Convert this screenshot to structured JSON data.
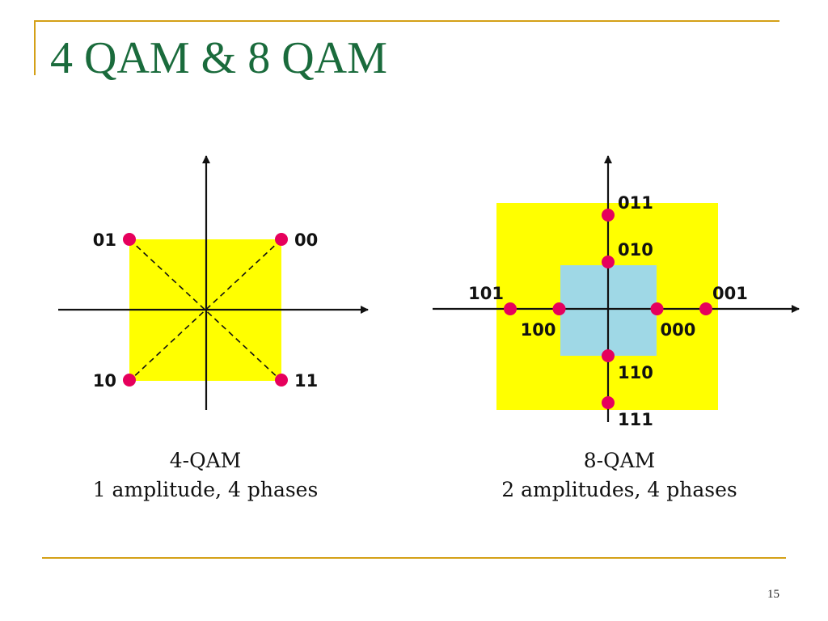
{
  "title": "4 QAM & 8 QAM",
  "page_number": "15",
  "colors": {
    "accent_rule": "#d4a017",
    "title": "#1a6b3c",
    "region_yellow": "#ffff00",
    "region_blue": "#9fd8e6",
    "point": "#e6005c",
    "axis": "#111111"
  },
  "qam4": {
    "caption_title": "4-QAM",
    "caption_sub": "1 amplitude, 4 phases",
    "points": [
      {
        "label": "00",
        "i": 1,
        "q": 1
      },
      {
        "label": "01",
        "i": -1,
        "q": 1
      },
      {
        "label": "10",
        "i": -1,
        "q": -1
      },
      {
        "label": "11",
        "i": 1,
        "q": -1
      }
    ]
  },
  "qam8": {
    "caption_title": "8-QAM",
    "caption_sub": "2 amplitudes, 4 phases",
    "points": [
      {
        "label": "011",
        "i": 0,
        "q": 2
      },
      {
        "label": "010",
        "i": 0,
        "q": 1
      },
      {
        "label": "001",
        "i": 2,
        "q": 0
      },
      {
        "label": "000",
        "i": 1,
        "q": 0
      },
      {
        "label": "101",
        "i": -2,
        "q": 0
      },
      {
        "label": "100",
        "i": -1,
        "q": 0
      },
      {
        "label": "110",
        "i": 0,
        "q": -1
      },
      {
        "label": "111",
        "i": 0,
        "q": -2
      }
    ]
  }
}
